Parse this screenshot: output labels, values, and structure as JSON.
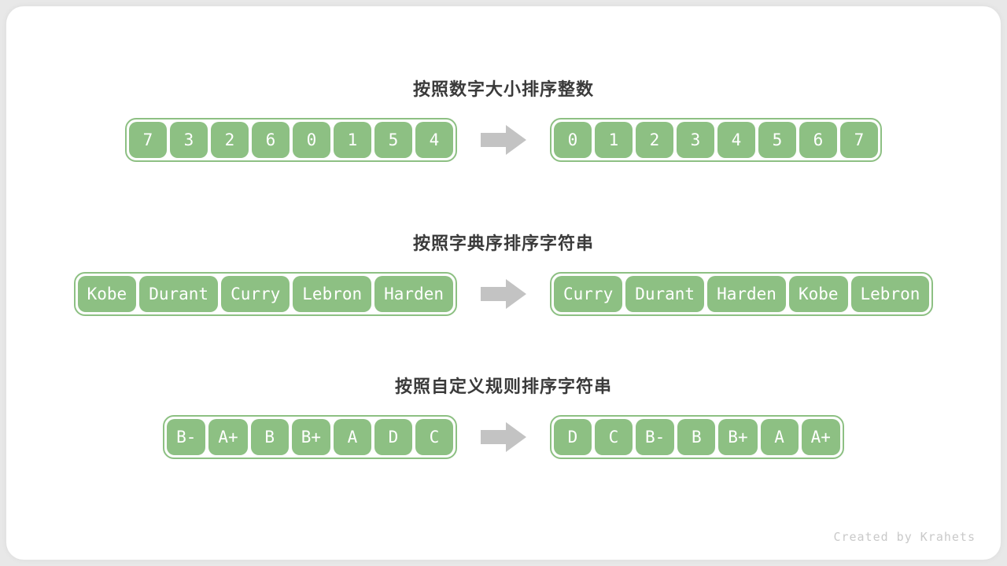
{
  "page": {
    "footer": "Created by Krahets"
  },
  "colors": {
    "outer_background": "#e8e8e8",
    "card_background": "#ffffff",
    "cell_green": "#8dc083",
    "container_border_green": "#8dc083",
    "cell_text": "#ffffff",
    "title_text": "#3a3a3a",
    "arrow_gray": "#c3c3c3",
    "footer_text": "#c9c9c9"
  },
  "icons": {
    "arrow": "block-arrow-right"
  },
  "rows": [
    {
      "title": "按照数字大小排序整数",
      "before": [
        "7",
        "3",
        "2",
        "6",
        "0",
        "1",
        "5",
        "4"
      ],
      "after": [
        "0",
        "1",
        "2",
        "3",
        "4",
        "5",
        "6",
        "7"
      ]
    },
    {
      "title": "按照字典序排序字符串",
      "before": [
        "Kobe",
        "Durant",
        "Curry",
        "Lebron",
        "Harden"
      ],
      "after": [
        "Curry",
        "Durant",
        "Harden",
        "Kobe",
        "Lebron"
      ]
    },
    {
      "title": "按照自定义规则排序字符串",
      "before": [
        "B-",
        "A+",
        "B",
        "B+",
        "A",
        "D",
        "C"
      ],
      "after": [
        "D",
        "C",
        "B-",
        "B",
        "B+",
        "A",
        "A+"
      ]
    }
  ]
}
